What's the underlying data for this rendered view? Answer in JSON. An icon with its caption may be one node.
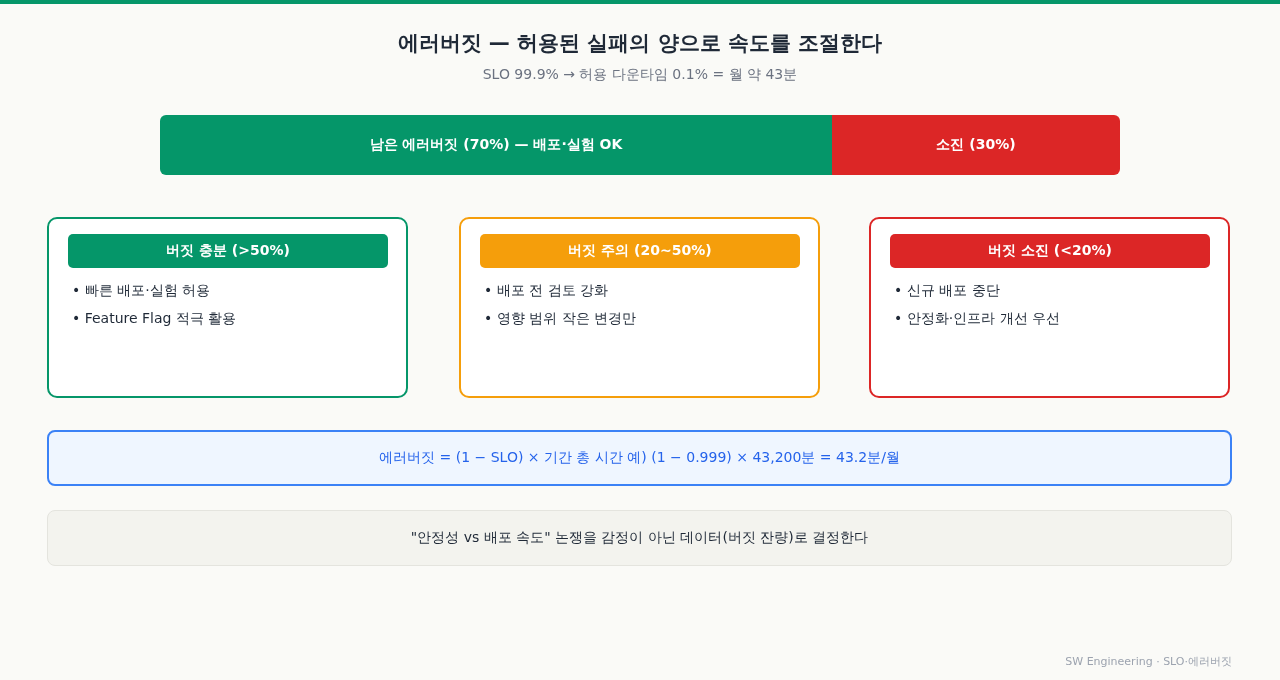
{
  "diagram": {
    "title": "에러버짓 — 허용된 실패의 양으로 속도를 조절한다",
    "nodes": [
      {
        "text": [
          "남은 에러버짓 (70%) — 배포·실험 OK"
        ]
      },
      {
        "text": [
          "소진 (30%)"
        ]
      },
      {
        "text": [
          "• 빠른 배포·실험 허용",
          "• Feature Flag 적극 활용"
        ]
      },
      {
        "text": [
          "버짓 충분 (>50%)"
        ],
        "in": 2
      },
      {
        "text": [
          "• 배포 전 검토 강화",
          "• 영향 범위 작은 변경만"
        ]
      },
      {
        "text": [
          "버짓 주의 (20~50%)"
        ],
        "in": 4
      },
      {
        "text": [
          "• 신규 배포 중단",
          "• 안정화·인프라 개선 우선"
        ]
      },
      {
        "text": [
          "버짓 소진 (<20%)"
        ],
        "in": 6
      },
      {
        "text": [
          "에러버짓 = (1 − SLO) × 기간 총 시간 예) (1 − 0.999) × 43,200분 = 43.2분/월"
        ]
      },
      {
        "text": [
          "\"안정성 vs 배포 속도\" 논쟁을 감정이 아닌 데이터(버짓 잔량)로 결정한다"
        ]
      }
    ],
    "edges": [],
    "labels": [
      "SLO 99.9% → 허용 다운타임 0.1% = 월 약 43분",
      "SW Engineering · SLO·에러버짓"
    ]
  }
}
